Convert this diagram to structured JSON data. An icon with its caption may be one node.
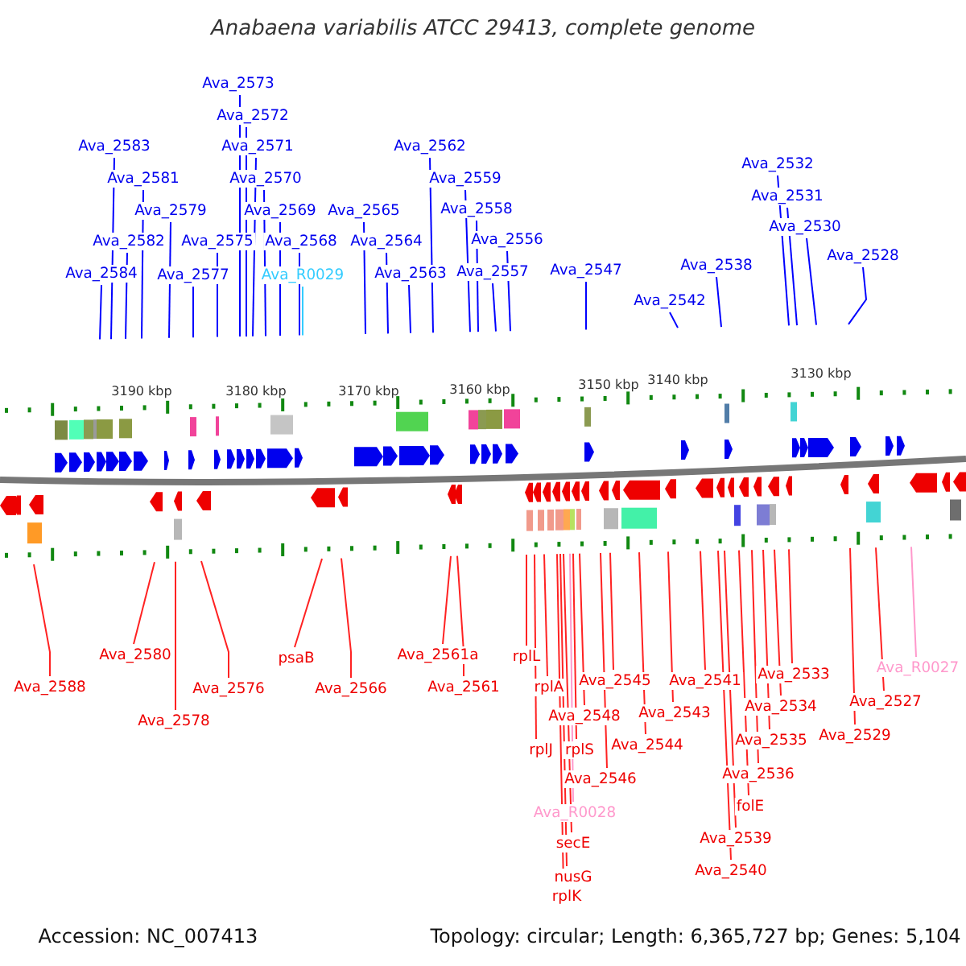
{
  "diagram": {
    "title": "Anabaena variabilis ATCC 29413, complete genome",
    "nodes": [
      {
        "text": [
          "Ava_2573"
        ]
      },
      {
        "text": [
          "Ava_2572"
        ]
      },
      {
        "text": [
          "Ava_2583"
        ]
      },
      {
        "text": [
          "Ava_2571"
        ]
      },
      {
        "text": [
          "Ava_2562"
        ]
      },
      {
        "text": [
          "Ava_2532"
        ]
      },
      {
        "text": [
          "Ava_2581"
        ]
      },
      {
        "text": [
          "Ava_2570"
        ]
      },
      {
        "text": [
          "Ava_2559"
        ]
      },
      {
        "text": [
          "Ava_2531"
        ]
      },
      {
        "text": [
          "Ava_2579"
        ]
      },
      {
        "text": [
          "Ava_2569"
        ]
      },
      {
        "text": [
          "Ava_2565"
        ]
      },
      {
        "text": [
          "Ava_2558"
        ]
      },
      {
        "text": [
          "Ava_2530"
        ]
      },
      {
        "text": [
          "Ava_2582"
        ]
      },
      {
        "text": [
          "Ava_2575"
        ]
      },
      {
        "text": [
          "Ava_2568"
        ]
      },
      {
        "text": [
          "Ava_2564"
        ]
      },
      {
        "text": [
          "Ava_2556"
        ]
      },
      {
        "text": [
          "Ava_2528"
        ]
      },
      {
        "text": [
          "Ava_2584"
        ]
      },
      {
        "text": [
          "Ava_2577"
        ]
      },
      {
        "text": [
          "Ava_R0029"
        ]
      },
      {
        "text": [
          "Ava_2563"
        ]
      },
      {
        "text": [
          "Ava_2557"
        ]
      },
      {
        "text": [
          "Ava_2547"
        ]
      },
      {
        "text": [
          "Ava_2538"
        ]
      },
      {
        "text": [
          "Ava_2542"
        ]
      },
      {
        "text": [
          "Ava_2580"
        ]
      },
      {
        "text": [
          "psaB"
        ]
      },
      {
        "text": [
          "Ava_2561a"
        ]
      },
      {
        "text": [
          "rplL"
        ]
      },
      {
        "text": [
          "Ava_R0027"
        ]
      },
      {
        "text": [
          "Ava_2533"
        ]
      },
      {
        "text": [
          "Ava_2545"
        ]
      },
      {
        "text": [
          "Ava_2541"
        ]
      },
      {
        "text": [
          "Ava_2588"
        ]
      },
      {
        "text": [
          "Ava_2576"
        ]
      },
      {
        "text": [
          "Ava_2566"
        ]
      },
      {
        "text": [
          "Ava_2561"
        ]
      },
      {
        "text": [
          "rplA"
        ]
      },
      {
        "text": [
          "Ava_2527"
        ]
      },
      {
        "text": [
          "Ava_2534"
        ]
      },
      {
        "text": [
          "Ava_2543"
        ]
      },
      {
        "text": [
          "Ava_2548"
        ]
      },
      {
        "text": [
          "Ava_2578"
        ]
      },
      {
        "text": [
          "Ava_2529"
        ]
      },
      {
        "text": [
          "Ava_2535"
        ]
      },
      {
        "text": [
          "Ava_2544"
        ]
      },
      {
        "text": [
          "rplJ"
        ]
      },
      {
        "text": [
          "rplS"
        ]
      },
      {
        "text": [
          "Ava_2536"
        ]
      },
      {
        "text": [
          "Ava_2546"
        ]
      },
      {
        "text": [
          "folE"
        ]
      },
      {
        "text": [
          "Ava_R0028"
        ]
      },
      {
        "text": [
          "Ava_2539"
        ]
      },
      {
        "text": [
          "secE"
        ]
      },
      {
        "text": [
          "Ava_2540"
        ]
      },
      {
        "text": [
          "nusG"
        ]
      },
      {
        "text": [
          "rplK"
        ]
      }
    ],
    "edges": [
      {
        "from": 0,
        "to": null,
        "arrow": "none",
        "color": "#0000ff"
      },
      {
        "from": 1,
        "to": null,
        "arrow": "none",
        "color": "#0000ff"
      },
      {
        "from": 2,
        "to": null,
        "arrow": "none",
        "color": "#0000ff"
      },
      {
        "from": 3,
        "to": null,
        "arrow": "none",
        "color": "#0000ff"
      },
      {
        "from": 4,
        "to": null,
        "arrow": "none",
        "color": "#0000ff"
      },
      {
        "from": 5,
        "to": null,
        "arrow": "none",
        "color": "#0000ff"
      },
      {
        "from": 6,
        "to": null,
        "arrow": "none",
        "color": "#0000ff"
      },
      {
        "from": 7,
        "to": null,
        "arrow": "none",
        "color": "#0000ff"
      },
      {
        "from": 8,
        "to": null,
        "arrow": "none",
        "color": "#0000ff"
      },
      {
        "from": 9,
        "to": null,
        "arrow": "none",
        "color": "#0000ff"
      },
      {
        "from": 10,
        "to": null,
        "arrow": "none",
        "color": "#0000ff"
      },
      {
        "from": 11,
        "to": null,
        "arrow": "none",
        "color": "#0000ff"
      },
      {
        "from": 12,
        "to": null,
        "arrow": "none",
        "color": "#0000ff"
      },
      {
        "from": 13,
        "to": null,
        "arrow": "none",
        "color": "#0000ff"
      },
      {
        "from": 14,
        "to": null,
        "arrow": "none",
        "color": "#0000ff"
      },
      {
        "from": 15,
        "to": null,
        "arrow": "none",
        "color": "#0000ff"
      },
      {
        "from": 16,
        "to": null,
        "arrow": "none",
        "color": "#0000ff"
      },
      {
        "from": 17,
        "to": null,
        "arrow": "none",
        "color": "#0000ff"
      },
      {
        "from": 18,
        "to": null,
        "arrow": "none",
        "color": "#0000ff"
      },
      {
        "from": 19,
        "to": null,
        "arrow": "none",
        "color": "#0000ff"
      },
      {
        "from": 20,
        "to": null,
        "arrow": "none",
        "color": "#0000ff"
      },
      {
        "from": 21,
        "to": null,
        "arrow": "none",
        "color": "#0000ff"
      },
      {
        "from": 22,
        "to": null,
        "arrow": "none",
        "color": "#0000ff"
      },
      {
        "from": 23,
        "to": null,
        "arrow": "none",
        "color": "#33ccff"
      },
      {
        "from": 24,
        "to": null,
        "arrow": "none",
        "color": "#0000ff"
      },
      {
        "from": 25,
        "to": null,
        "arrow": "none",
        "color": "#0000ff"
      },
      {
        "from": 26,
        "to": null,
        "arrow": "none",
        "color": "#0000ff"
      },
      {
        "from": 27,
        "to": null,
        "arrow": "none",
        "color": "#0000ff"
      },
      {
        "from": 28,
        "to": null,
        "arrow": "none",
        "color": "#0000ff"
      },
      {
        "from": 29,
        "to": null,
        "arrow": "none"
      },
      {
        "from": 30,
        "to": null,
        "arrow": "none"
      },
      {
        "from": 31,
        "to": null,
        "arrow": "none"
      },
      {
        "from": 32,
        "to": null,
        "arrow": "none"
      },
      {
        "from": 33,
        "to": null,
        "arrow": "none",
        "color": "#ff99cc"
      },
      {
        "from": 34,
        "to": null,
        "arrow": "none"
      },
      {
        "from": 35,
        "to": null,
        "arrow": "none"
      },
      {
        "from": 36,
        "to": null,
        "arrow": "none"
      },
      {
        "from": 37,
        "to": null,
        "arrow": "none"
      },
      {
        "from": 38,
        "to": null,
        "arrow": "none"
      },
      {
        "from": 39,
        "to": null,
        "arrow": "none"
      },
      {
        "from": 40,
        "to": null,
        "arrow": "none"
      },
      {
        "from": 41,
        "to": null,
        "arrow": "none"
      },
      {
        "from": 42,
        "to": null,
        "arrow": "none"
      },
      {
        "from": 43,
        "to": null,
        "arrow": "none"
      },
      {
        "from": 44,
        "to": null,
        "arrow": "none"
      },
      {
        "from": 45,
        "to": null,
        "arrow": "none"
      },
      {
        "from": 46,
        "to": null,
        "arrow": "none"
      },
      {
        "from": 47,
        "to": null,
        "arrow": "none"
      },
      {
        "from": 48,
        "to": null,
        "arrow": "none"
      },
      {
        "from": 49,
        "to": null,
        "arrow": "none"
      },
      {
        "from": 50,
        "to": null,
        "arrow": "none"
      },
      {
        "from": 51,
        "to": null,
        "arrow": "none"
      },
      {
        "from": 52,
        "to": null,
        "arrow": "none"
      },
      {
        "from": 53,
        "to": null,
        "arrow": "none"
      },
      {
        "from": 54,
        "to": null,
        "arrow": "none"
      },
      {
        "from": 55,
        "to": null,
        "arrow": "none",
        "color": "#ff99cc"
      },
      {
        "from": 56,
        "to": null,
        "arrow": "none"
      },
      {
        "from": 57,
        "to": null,
        "arrow": "none"
      },
      {
        "from": 58,
        "to": null,
        "arrow": "none"
      },
      {
        "from": 59,
        "to": null,
        "arrow": "none"
      },
      {
        "from": 60,
        "to": null,
        "arrow": "none"
      }
    ],
    "labels": [
      "3190 kbp",
      "3180 kbp",
      "3170 kbp",
      "3160 kbp",
      "3150 kbp",
      "3140 kbp",
      "3130 kbp",
      "Accession: NC_007413",
      "Topology: circular; Length: 6,365,727 bp; Genes: 5,104"
    ]
  }
}
